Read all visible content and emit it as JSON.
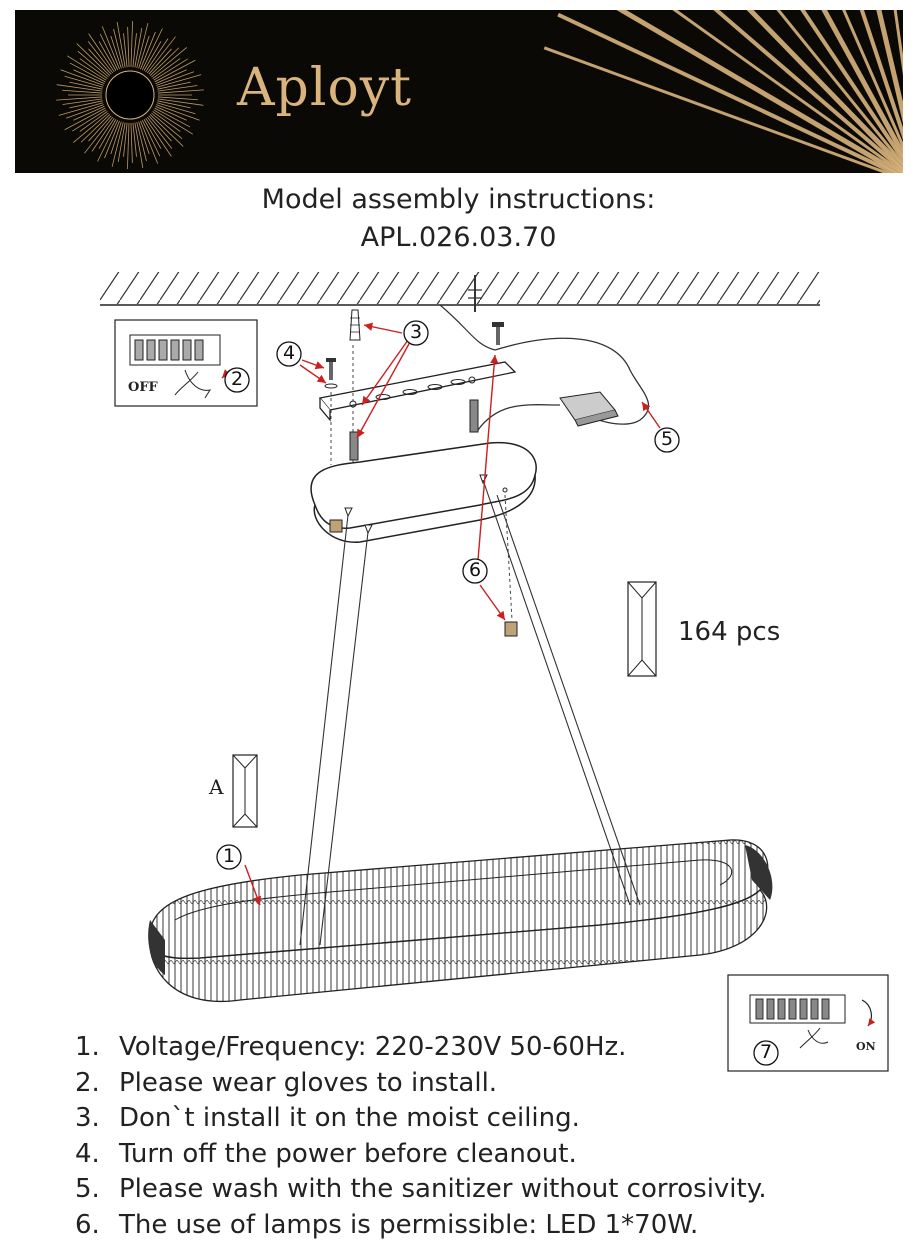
{
  "brand": {
    "name": "Aployt"
  },
  "title": {
    "line1": "Model assembly instructions:",
    "line2": "APL.026.03.70"
  },
  "diagram": {
    "off_label": "OFF",
    "on_label": "ON",
    "crystal_label": "A",
    "crystal_count": "164 pcs",
    "callouts": [
      "1",
      "2",
      "3",
      "4",
      "5",
      "6",
      "7"
    ]
  },
  "colors": {
    "banner_bg": "#0b0906",
    "gold": "#d9b47c",
    "arrow_red": "#cc1f1f"
  },
  "notes": [
    {
      "num": "1.",
      "text": "Voltage/Frequency: 220-230V 50-60Hz."
    },
    {
      "num": "2.",
      "text": "Please wear gloves to install."
    },
    {
      "num": "3.",
      "text": "Don`t install it on the moist ceiling."
    },
    {
      "num": "4.",
      "text": "Turn off the power before cleanout."
    },
    {
      "num": "5.",
      "text": "Please wash with the sanitizer without corrosivity."
    },
    {
      "num": "6.",
      "text": "The use of lamps is permissible: LED 1*70W."
    }
  ]
}
